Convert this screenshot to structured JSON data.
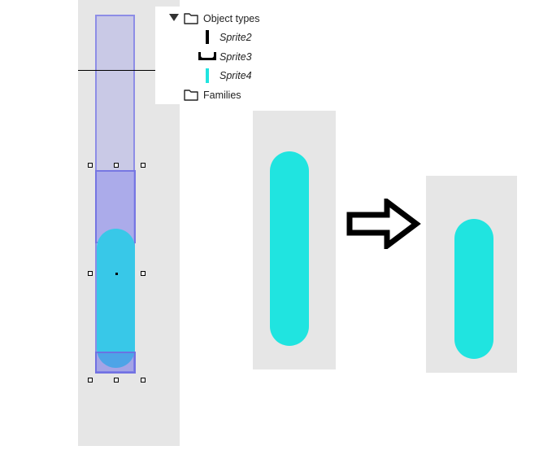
{
  "project_tree": {
    "object_types": {
      "label": "Object types",
      "expanded": true,
      "icon": "folder-icon",
      "items": [
        {
          "label": "Sprite2",
          "icon": "sprite2-thumbnail-icon",
          "color": "#000000"
        },
        {
          "label": "Sprite3",
          "icon": "sprite3-thumbnail-icon",
          "color": "#000000"
        },
        {
          "label": "Sprite4",
          "icon": "sprite4-thumbnail-icon",
          "color": "#20e4e0"
        }
      ]
    },
    "families": {
      "label": "Families",
      "icon": "folder-icon"
    }
  },
  "colors": {
    "canvas_bg": "#e6e6e6",
    "sprite_cyan": "#20e4e0",
    "selection_purple": "#8c8ce6"
  },
  "arrow": {
    "icon": "right-arrow-icon",
    "color": "#000000"
  }
}
